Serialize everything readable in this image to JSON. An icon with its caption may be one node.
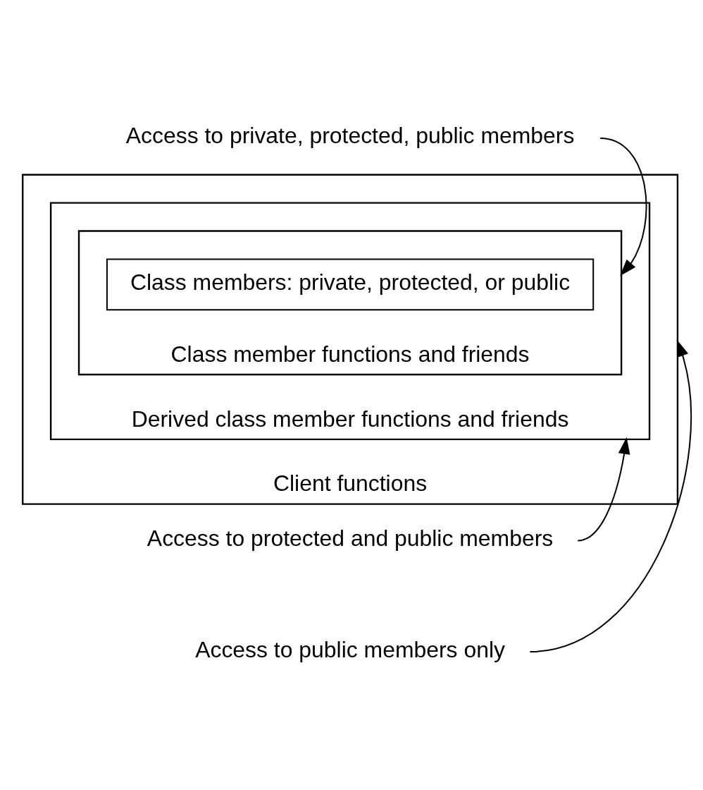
{
  "diagram": {
    "nodes": [
      {
        "text": [
          "Access to private, protected, public members"
        ]
      },
      {
        "text": [
          "Client functions"
        ]
      },
      {
        "text": [
          "Derived class member functions and friends"
        ],
        "in": 1
      },
      {
        "text": [
          "Class member functions and friends"
        ],
        "in": 2
      },
      {
        "text": [
          "Class members: private, protected, or public"
        ],
        "in": 3
      },
      {
        "text": [
          "Access to protected and public members"
        ]
      },
      {
        "text": [
          "Access to public members only"
        ]
      }
    ],
    "edges": [
      {
        "from": 0,
        "to": 3,
        "arrow": "to"
      },
      {
        "from": 5,
        "to": 2,
        "arrow": "to"
      },
      {
        "from": 6,
        "to": 1,
        "arrow": "to"
      }
    ]
  }
}
